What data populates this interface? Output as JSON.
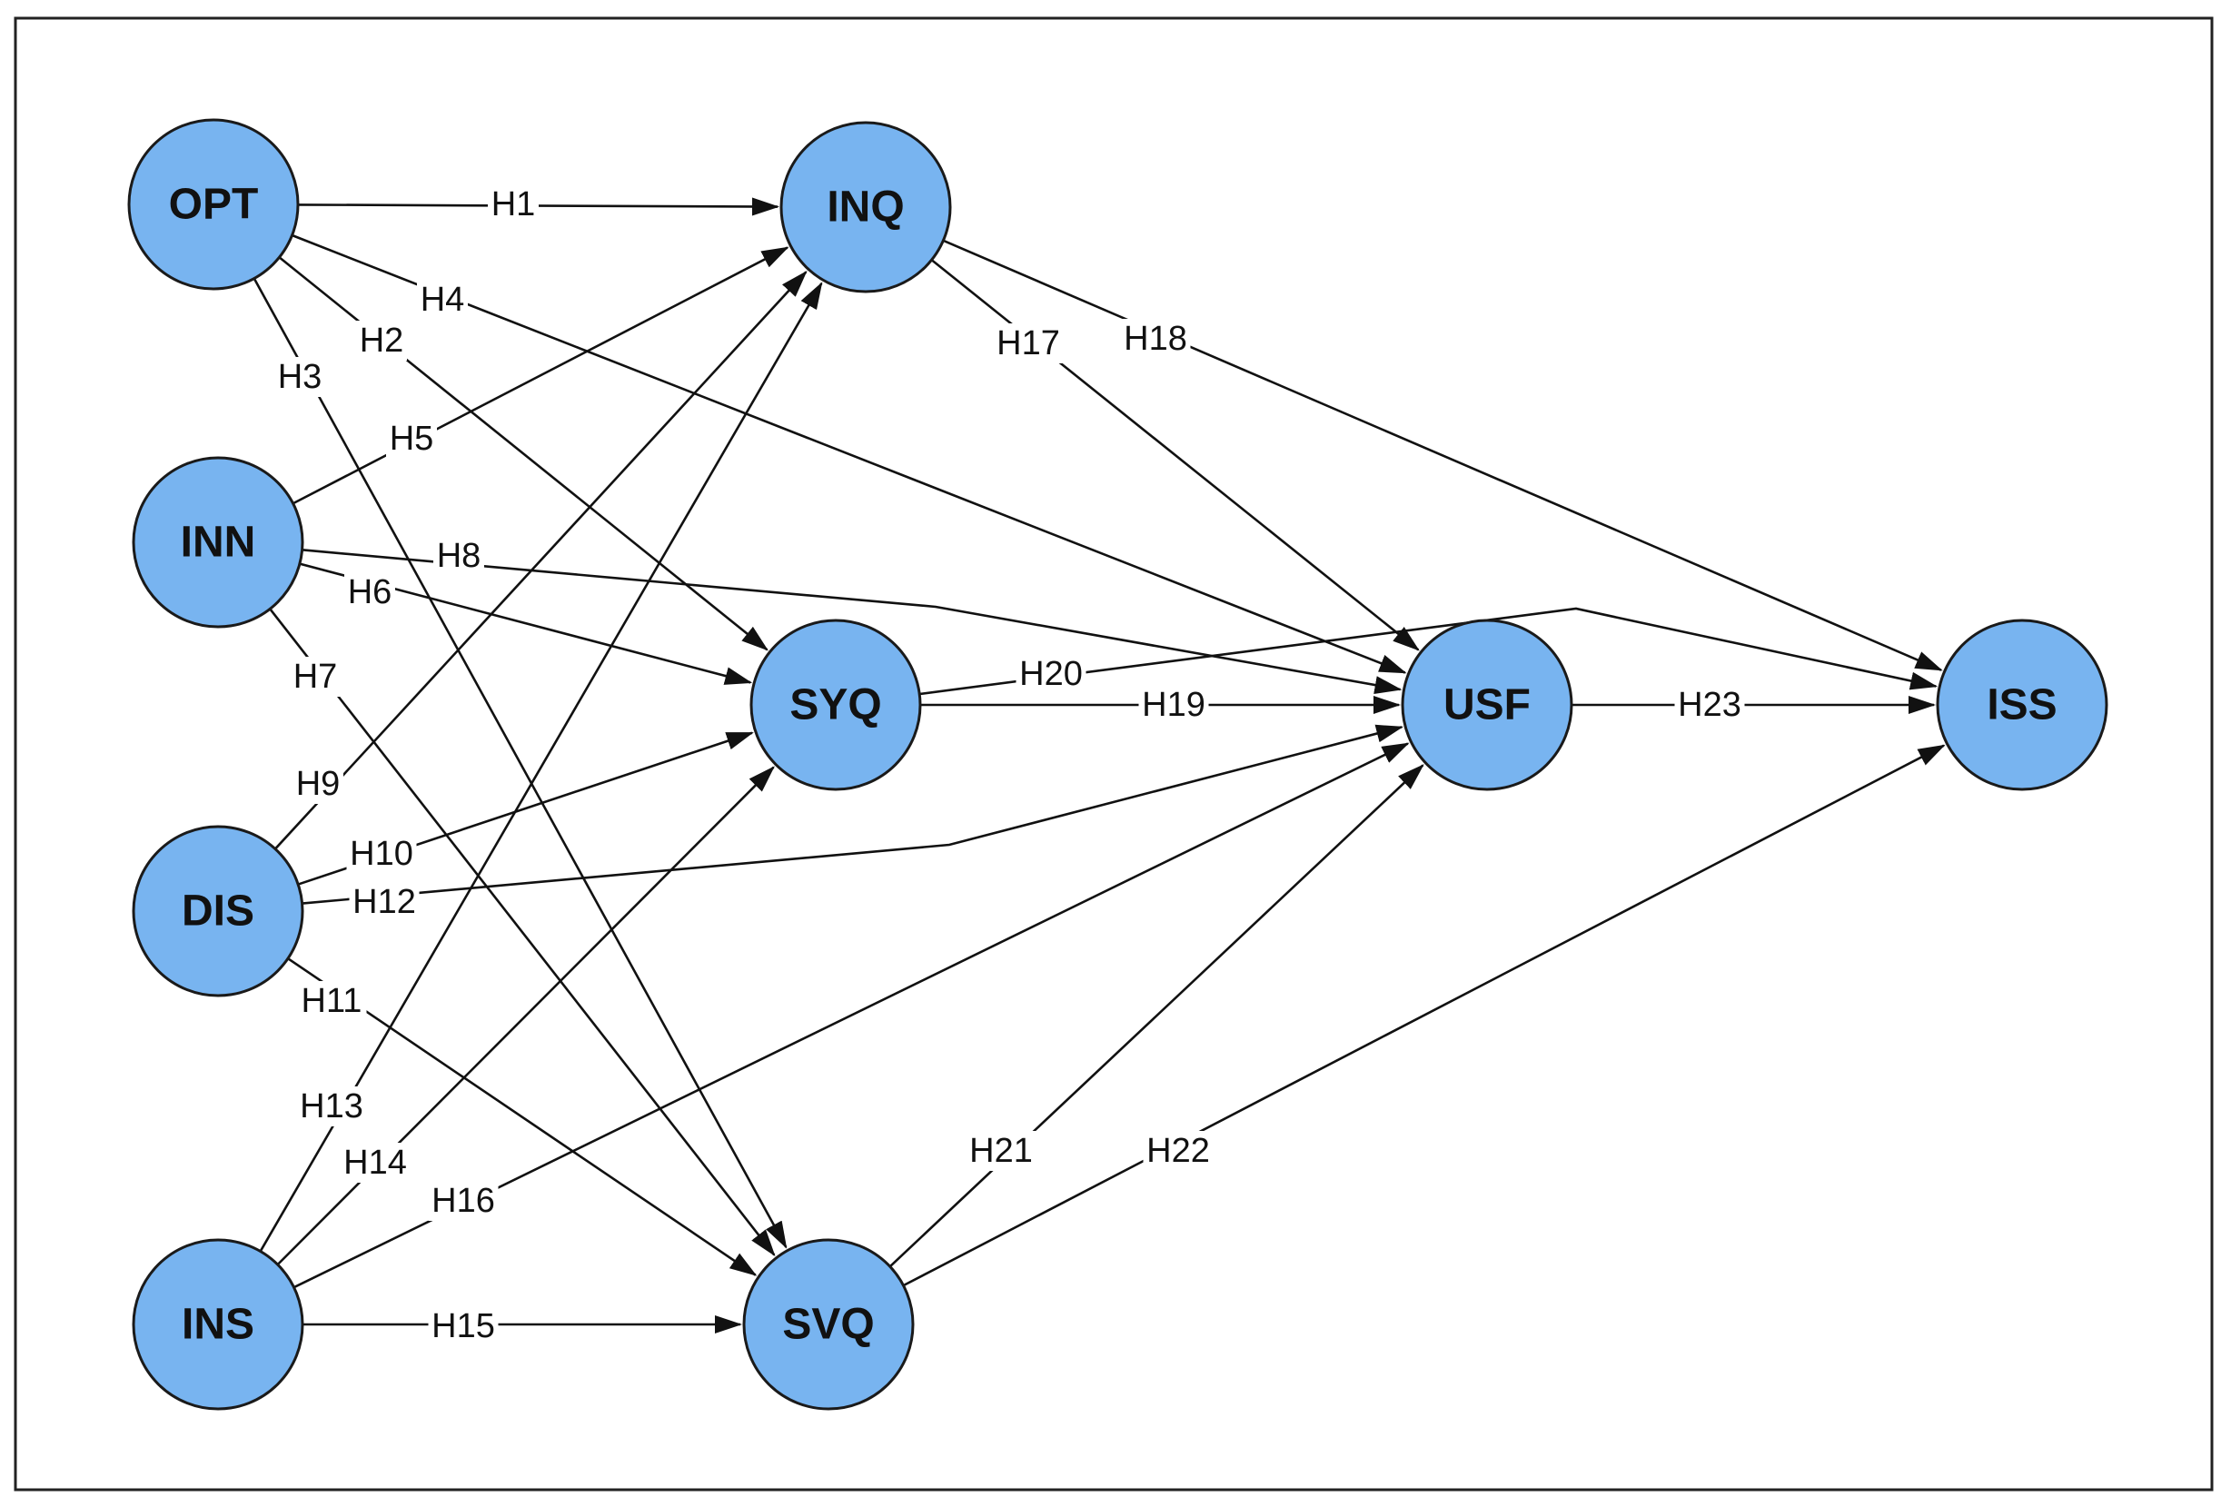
{
  "colors": {
    "node_fill": "#78B4F0",
    "node_stroke": "#1a1a1a",
    "edge": "#111111"
  },
  "nodes": [
    {
      "id": "OPT",
      "label": "OPT"
    },
    {
      "id": "INN",
      "label": "INN"
    },
    {
      "id": "DIS",
      "label": "DIS"
    },
    {
      "id": "INS",
      "label": "INS"
    },
    {
      "id": "INQ",
      "label": "INQ"
    },
    {
      "id": "SYQ",
      "label": "SYQ"
    },
    {
      "id": "SVQ",
      "label": "SVQ"
    },
    {
      "id": "USF",
      "label": "USF"
    },
    {
      "id": "ISS",
      "label": "ISS"
    }
  ],
  "edges": [
    {
      "label": "H1",
      "from": "OPT",
      "to": "INQ"
    },
    {
      "label": "H2",
      "from": "OPT",
      "to": "SYQ"
    },
    {
      "label": "H3",
      "from": "OPT",
      "to": "SVQ"
    },
    {
      "label": "H4",
      "from": "OPT",
      "to": "USF"
    },
    {
      "label": "H5",
      "from": "INN",
      "to": "INQ"
    },
    {
      "label": "H6",
      "from": "INN",
      "to": "SYQ"
    },
    {
      "label": "H7",
      "from": "INN",
      "to": "SVQ"
    },
    {
      "label": "H8",
      "from": "INN",
      "to": "USF"
    },
    {
      "label": "H9",
      "from": "DIS",
      "to": "INQ"
    },
    {
      "label": "H10",
      "from": "DIS",
      "to": "SYQ"
    },
    {
      "label": "H11",
      "from": "DIS",
      "to": "SVQ"
    },
    {
      "label": "H12",
      "from": "DIS",
      "to": "USF"
    },
    {
      "label": "H13",
      "from": "INS",
      "to": "INQ"
    },
    {
      "label": "H14",
      "from": "INS",
      "to": "SYQ"
    },
    {
      "label": "H15",
      "from": "INS",
      "to": "SVQ"
    },
    {
      "label": "H16",
      "from": "INS",
      "to": "USF"
    },
    {
      "label": "H17",
      "from": "INQ",
      "to": "USF"
    },
    {
      "label": "H18",
      "from": "INQ",
      "to": "ISS"
    },
    {
      "label": "H19",
      "from": "SYQ",
      "to": "USF"
    },
    {
      "label": "H20",
      "from": "SYQ",
      "to": "ISS"
    },
    {
      "label": "H21",
      "from": "SVQ",
      "to": "USF"
    },
    {
      "label": "H22",
      "from": "SVQ",
      "to": "ISS"
    },
    {
      "label": "H23",
      "from": "USF",
      "to": "ISS"
    }
  ]
}
